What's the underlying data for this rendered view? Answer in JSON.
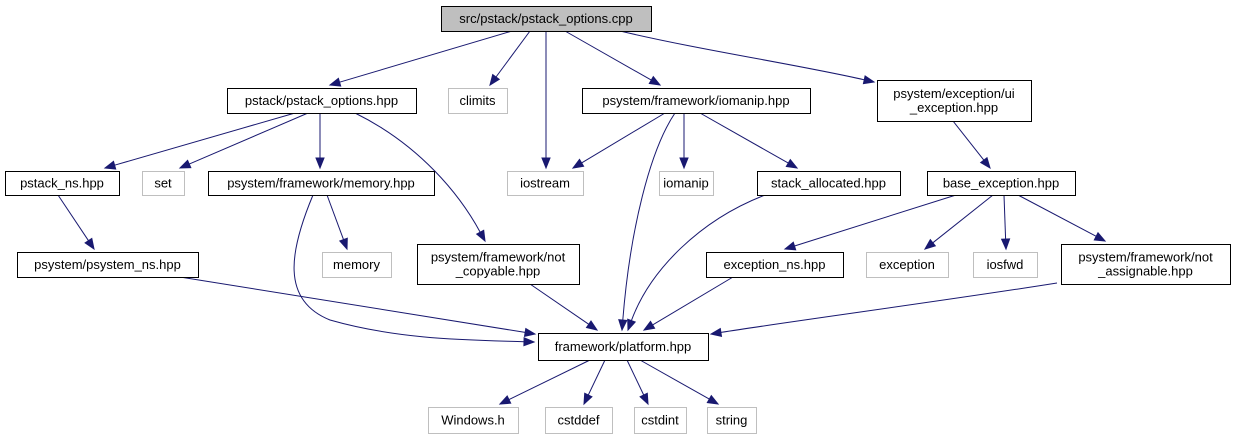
{
  "diagram": {
    "title": "src/pstack/pstack_options.cpp",
    "type": "include-dependency-graph",
    "colors": {
      "edge": "#191970",
      "root_fill": "#bfbfbf",
      "node_border": "#000000",
      "external_border": "#bfbfbf"
    },
    "nodes": [
      {
        "id": "root",
        "label": [
          "src/pstack/pstack_options.cpp"
        ],
        "kind": "root"
      },
      {
        "id": "pstack_options_hpp",
        "label": [
          "pstack/pstack_options.hpp"
        ],
        "kind": "solid"
      },
      {
        "id": "climits",
        "label": [
          "climits"
        ],
        "kind": "external"
      },
      {
        "id": "iomanip_hpp",
        "label": [
          "psystem/framework/iomanip.hpp"
        ],
        "kind": "solid"
      },
      {
        "id": "ui_exception_hpp",
        "label": [
          "psystem/exception/ui",
          "_exception.hpp"
        ],
        "kind": "solid"
      },
      {
        "id": "pstack_ns_hpp",
        "label": [
          "pstack_ns.hpp"
        ],
        "kind": "solid"
      },
      {
        "id": "set",
        "label": [
          "set"
        ],
        "kind": "external"
      },
      {
        "id": "memory_hpp",
        "label": [
          "psystem/framework/memory.hpp"
        ],
        "kind": "solid"
      },
      {
        "id": "iostream",
        "label": [
          "iostream"
        ],
        "kind": "external"
      },
      {
        "id": "iomanip",
        "label": [
          "iomanip"
        ],
        "kind": "external"
      },
      {
        "id": "stack_allocated_hpp",
        "label": [
          "stack_allocated.hpp"
        ],
        "kind": "solid"
      },
      {
        "id": "base_exception_hpp",
        "label": [
          "base_exception.hpp"
        ],
        "kind": "solid"
      },
      {
        "id": "psystem_ns_hpp",
        "label": [
          "psystem/psystem_ns.hpp"
        ],
        "kind": "solid"
      },
      {
        "id": "memory",
        "label": [
          "memory"
        ],
        "kind": "external"
      },
      {
        "id": "not_copyable_hpp",
        "label": [
          "psystem/framework/not",
          "_copyable.hpp"
        ],
        "kind": "solid"
      },
      {
        "id": "exception_ns_hpp",
        "label": [
          "exception_ns.hpp"
        ],
        "kind": "solid"
      },
      {
        "id": "exception",
        "label": [
          "exception"
        ],
        "kind": "external"
      },
      {
        "id": "iosfwd",
        "label": [
          "iosfwd"
        ],
        "kind": "external"
      },
      {
        "id": "not_assignable_hpp",
        "label": [
          "psystem/framework/not",
          "_assignable.hpp"
        ],
        "kind": "solid"
      },
      {
        "id": "platform_hpp",
        "label": [
          "framework/platform.hpp"
        ],
        "kind": "solid"
      },
      {
        "id": "windows_h",
        "label": [
          "Windows.h"
        ],
        "kind": "external"
      },
      {
        "id": "cstddef",
        "label": [
          "cstddef"
        ],
        "kind": "external"
      },
      {
        "id": "cstdint",
        "label": [
          "cstdint"
        ],
        "kind": "external"
      },
      {
        "id": "string",
        "label": [
          "string"
        ],
        "kind": "external"
      }
    ],
    "edges": [
      {
        "from": "root",
        "to": "pstack_options_hpp"
      },
      {
        "from": "root",
        "to": "climits"
      },
      {
        "from": "root",
        "to": "iostream"
      },
      {
        "from": "root",
        "to": "iomanip_hpp"
      },
      {
        "from": "root",
        "to": "ui_exception_hpp"
      },
      {
        "from": "pstack_options_hpp",
        "to": "pstack_ns_hpp"
      },
      {
        "from": "pstack_options_hpp",
        "to": "set"
      },
      {
        "from": "pstack_options_hpp",
        "to": "memory_hpp"
      },
      {
        "from": "pstack_options_hpp",
        "to": "not_copyable_hpp"
      },
      {
        "from": "iomanip_hpp",
        "to": "iostream"
      },
      {
        "from": "iomanip_hpp",
        "to": "platform_hpp"
      },
      {
        "from": "iomanip_hpp",
        "to": "iomanip"
      },
      {
        "from": "iomanip_hpp",
        "to": "stack_allocated_hpp"
      },
      {
        "from": "ui_exception_hpp",
        "to": "base_exception_hpp"
      },
      {
        "from": "pstack_ns_hpp",
        "to": "psystem_ns_hpp"
      },
      {
        "from": "memory_hpp",
        "to": "platform_hpp"
      },
      {
        "from": "memory_hpp",
        "to": "memory"
      },
      {
        "from": "stack_allocated_hpp",
        "to": "platform_hpp"
      },
      {
        "from": "base_exception_hpp",
        "to": "exception_ns_hpp"
      },
      {
        "from": "base_exception_hpp",
        "to": "exception"
      },
      {
        "from": "base_exception_hpp",
        "to": "iosfwd"
      },
      {
        "from": "base_exception_hpp",
        "to": "not_assignable_hpp"
      },
      {
        "from": "psystem_ns_hpp",
        "to": "platform_hpp"
      },
      {
        "from": "not_copyable_hpp",
        "to": "platform_hpp"
      },
      {
        "from": "exception_ns_hpp",
        "to": "platform_hpp"
      },
      {
        "from": "not_assignable_hpp",
        "to": "platform_hpp"
      },
      {
        "from": "platform_hpp",
        "to": "windows_h"
      },
      {
        "from": "platform_hpp",
        "to": "cstddef"
      },
      {
        "from": "platform_hpp",
        "to": "cstdint"
      },
      {
        "from": "platform_hpp",
        "to": "string"
      }
    ]
  }
}
